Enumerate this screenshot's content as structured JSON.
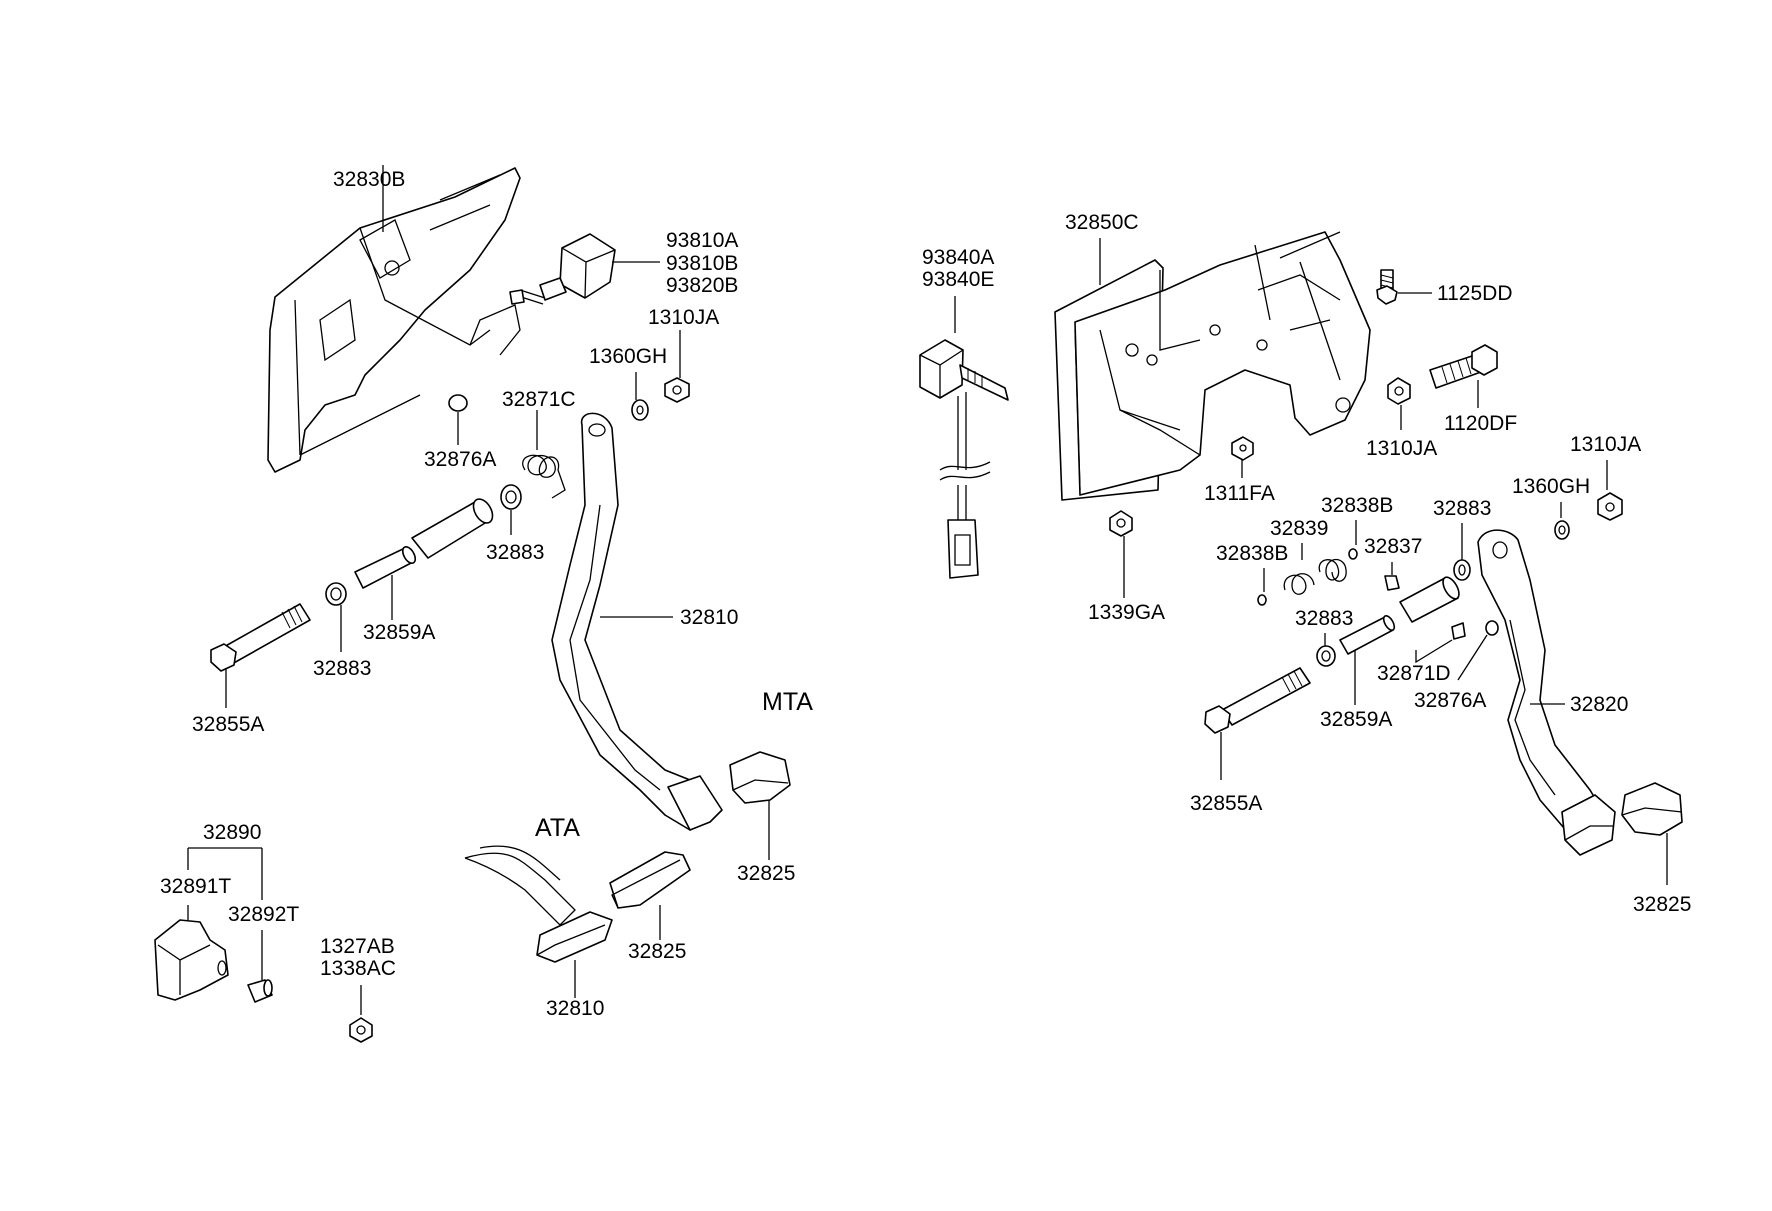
{
  "labels": {
    "l_32830B": "32830B",
    "l_93810A": "93810A",
    "l_93810B": "93810B",
    "l_93820B": "93820B",
    "l_1310JA_left": "1310JA",
    "l_1360GH_left": "1360GH",
    "l_32871C": "32871C",
    "l_32876A_left": "32876A",
    "l_32883_left_top": "32883",
    "l_32883_left_bottom": "32883",
    "l_32859A_left": "32859A",
    "l_32810_main": "32810",
    "l_32855A_left": "32855A",
    "l_MTA": "MTA",
    "l_ATA": "ATA",
    "l_32825_mta": "32825",
    "l_32825_ata": "32825",
    "l_32810_ata": "32810",
    "l_32890": "32890",
    "l_32891T": "32891T",
    "l_32892T": "32892T",
    "l_1327AB": "1327AB",
    "l_1338AC": "1338AC",
    "l_93840A": "93840A",
    "l_93840E": "93840E",
    "l_32850C": "32850C",
    "l_1125DD": "1125DD",
    "l_1120DF": "1120DF",
    "l_1310JA_mid": "1310JA",
    "l_1310JA_right": "1310JA",
    "l_1311FA": "1311FA",
    "l_1360GH_right": "1360GH",
    "l_32838B_top": "32838B",
    "l_32838B_left": "32838B",
    "l_32839": "32839",
    "l_32837": "32837",
    "l_32883_right_top": "32883",
    "l_32883_right_mid": "32883",
    "l_1339GA": "1339GA",
    "l_32871D": "32871D",
    "l_32876A_right": "32876A",
    "l_32859A_right": "32859A",
    "l_32855A_right": "32855A",
    "l_32820": "32820",
    "l_32825_right": "32825"
  }
}
